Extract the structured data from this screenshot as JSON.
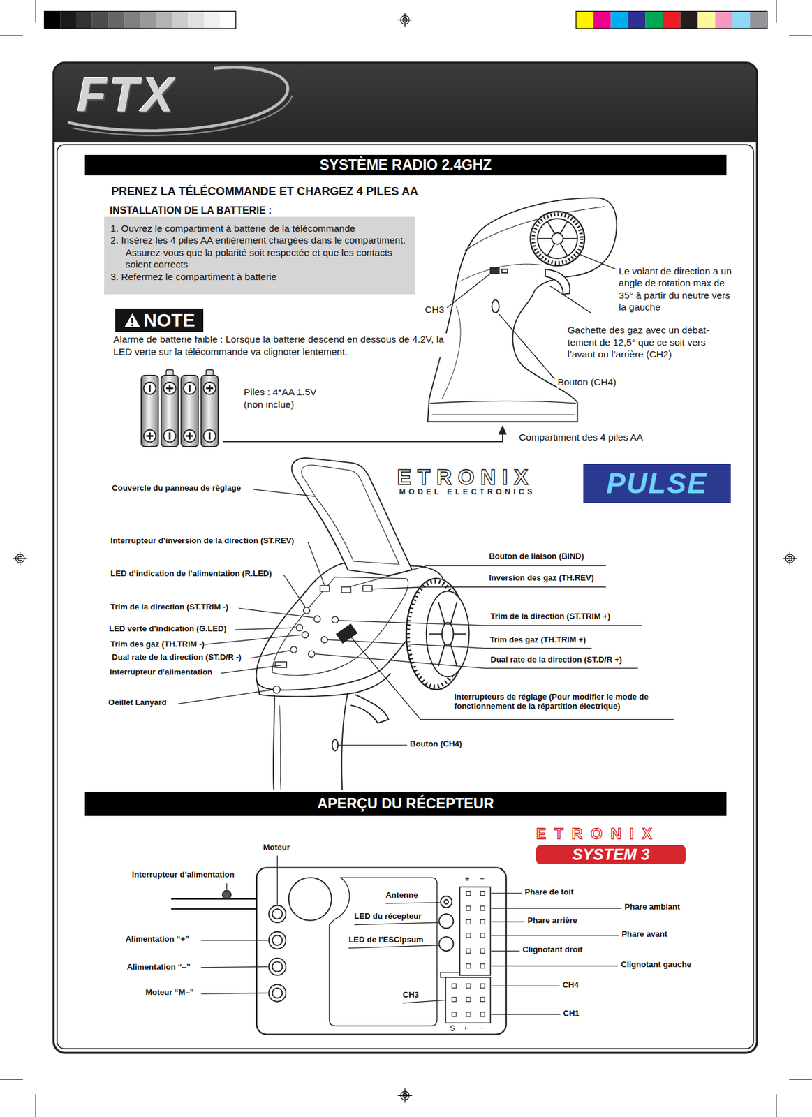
{
  "diagram": {
    "nodes": [
      {
        "text": [
          "SYSTÈME RADIO 2.4GHZ"
        ]
      },
      {
        "text": [
          "1. Ouvrez le compartiment à batterie de la télécommande",
          "2. Insérez les 4 piles AA entièrement chargées dans le compartiment. Assurez-vous que la polarité soit respectée et que les contacts soient corrects",
          "3. Refermez le compartiment à batterie"
        ]
      },
      {
        "text": [
          "NOTE"
        ]
      },
      {
        "text": [
          "PULSE"
        ]
      },
      {
        "text": [
          "APERÇU DU RÉCEPTEUR"
        ]
      },
      {
        "text": [
          "SYSTEM 3"
        ]
      }
    ],
    "labels": [
      "FTX",
      "PRENEZ LA TÉLÉCOMMANDE ET CHARGEZ 4 PILES AA",
      "INSTALLATION DE LA BATTERIE :",
      "Alarme de batterie faible : Lorsque la batterie descend en dessous de 4.2V, la LED verte sur la télécommande va clignoter lentement.",
      "Piles : 4*AA 1.5V (non inclue)",
      "CH3",
      "Le volant de direction a un angle de rotation max de 35° à partir du neutre vers la gauche",
      "Gachette des gaz avec un débat- tement de 12,5° que ce soit vers l’avant ou l’arrière (CH2)",
      "Bouton (CH4)",
      "Compartiment des 4 piles AA",
      "ETRONIX",
      "MODEL ELECTRONICS",
      "Couvercle du panneau de règlage",
      "Interrupteur d’inversion de la direction (ST.REV)",
      "LED d’indication de l’alimentation (R.LED)",
      "Trim de la direction (ST.TRIM -)",
      "LED verte d’indication (G.LED)",
      "Trim des gaz (TH.TRIM -)",
      "Dual rate de la direction (ST.D/R -)",
      "Interrupteur d’alimentation",
      "Oeillet Lanyard",
      "Bouton de liaison (BIND)",
      "Inversion des gaz (TH.REV)",
      "Trim de la direction (ST.TRIM +)",
      "Trim des gaz (TH.TRIM +)",
      "Dual rate de la direction (ST.D/R +)",
      "Interrupteurs de réglage (Pour modifier le mode de fonctionnement de la répartition électrique)",
      "Bouton (CH4)",
      "Moteur",
      "Interrupteur d’alimentation",
      "Antenne",
      "LED du récepteur",
      "LED de l’ESClpsum",
      "CH3",
      "Alimentation “+”",
      "Alimentation “–”",
      "Moteur “M–”",
      "Phare de toit",
      "Phare ambiant",
      "Phare arrière",
      "Phare avant",
      "Clignotant droit",
      "Clignotant gauche",
      "CH4",
      "CH1",
      "ETRONIX",
      "+",
      "−",
      "S",
      "+",
      "−"
    ]
  }
}
